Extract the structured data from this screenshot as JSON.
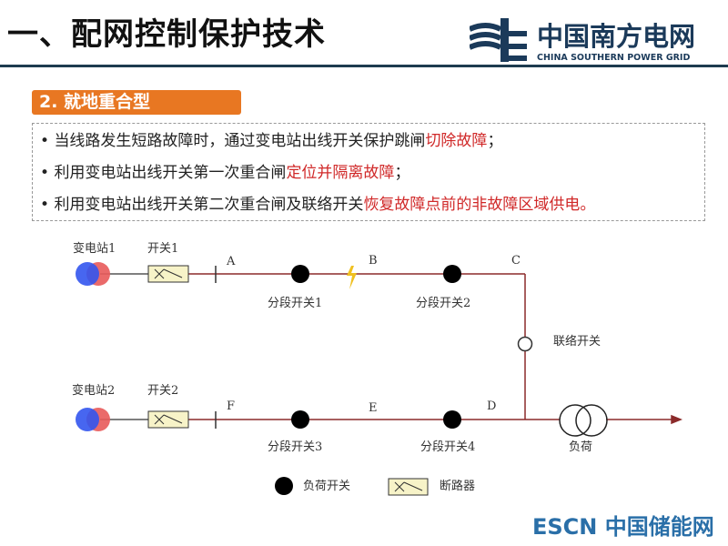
{
  "header": {
    "title": "一、配网控制保护技术",
    "logo_cn": "中国南方电网",
    "logo_en": "CHINA SOUTHERN POWER GRID"
  },
  "section": {
    "label": "2. 就地重合型"
  },
  "bullets": [
    {
      "text": "当线路发生短路故障时，通过变电站出线开关保护跳闸",
      "highlight": "切除故障",
      "end": "；"
    },
    {
      "text": "利用变电站出线开关第一次重合闸",
      "highlight": "定位并隔离故障",
      "end": "；"
    },
    {
      "text": "利用变电站出线开关第二次重合闸及联络开关",
      "highlight": "恢复故障点前的非故障区域供电。",
      "end": ""
    }
  ],
  "diagram": {
    "substation1": "变电站1",
    "switch1": "开关1",
    "substation2": "变电站2",
    "switch2": "开关2",
    "points": {
      "A": "A",
      "B": "B",
      "C": "C",
      "D": "D",
      "E": "E",
      "F": "F"
    },
    "sec1": "分段开关1",
    "sec2": "分段开关2",
    "sec3": "分段开关3",
    "sec4": "分段开关4",
    "tie": "联络开关",
    "load": "负荷",
    "legend": {
      "load_switch": "负荷开关",
      "breaker": "断路器"
    },
    "line_color": "#8b2a2a"
  },
  "watermark": {
    "a": "ESCN",
    "b": "中国储能网"
  }
}
